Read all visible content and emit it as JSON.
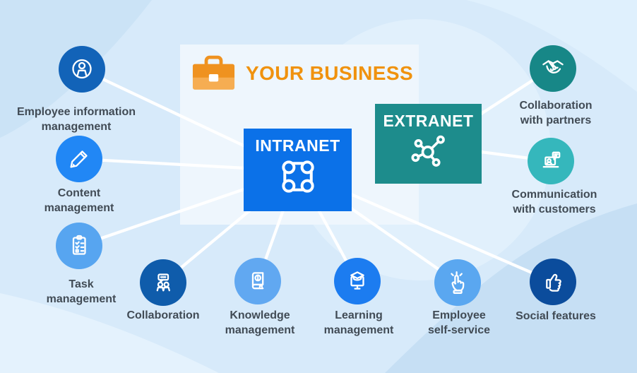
{
  "header": {
    "label": "YOUR BUSINESS",
    "icon": "briefcase-icon",
    "color": "#f0920e"
  },
  "hubs": {
    "intranet": {
      "label": "INTRANET",
      "icon": "intranet-hub-icon",
      "color": "#0b71e8"
    },
    "extranet": {
      "label": "EXTRANET",
      "icon": "extranet-network-icon",
      "color": "#1d8c8c"
    }
  },
  "features": [
    {
      "name": "employee-information-management",
      "lines": [
        "Employee information",
        "management"
      ],
      "icon": "user-icon",
      "color": "#1263b8",
      "connects_to": "intranet"
    },
    {
      "name": "content-management",
      "lines": [
        "Content",
        "management"
      ],
      "icon": "pencil-icon",
      "color": "#2187f5",
      "connects_to": "intranet"
    },
    {
      "name": "task-management",
      "lines": [
        "Task",
        "management"
      ],
      "icon": "checklist-clipboard-icon",
      "color": "#57a5f0",
      "connects_to": "intranet"
    },
    {
      "name": "collaboration",
      "lines": [
        "Collaboration"
      ],
      "icon": "chat-people-icon",
      "color": "#0f5cab",
      "connects_to": "intranet"
    },
    {
      "name": "knowledge-management",
      "lines": [
        "Knowledge",
        "management"
      ],
      "icon": "book-info-icon",
      "color": "#61a8f1",
      "connects_to": "intranet"
    },
    {
      "name": "learning-management",
      "lines": [
        "Learning",
        "management"
      ],
      "icon": "monitor-graduation-icon",
      "color": "#1c7cf0",
      "connects_to": "intranet"
    },
    {
      "name": "employee-self-service",
      "lines": [
        "Employee",
        "self-service"
      ],
      "icon": "hand-click-icon",
      "color": "#5aa7f0",
      "connects_to": "intranet"
    },
    {
      "name": "social-features",
      "lines": [
        "Social features"
      ],
      "icon": "thumbs-up-icon",
      "color": "#0b4c9c",
      "connects_to": "intranet"
    },
    {
      "name": "collaboration-with-partners",
      "lines": [
        "Collaboration",
        "with partners"
      ],
      "icon": "handshake-icon",
      "color": "#178787",
      "connects_to": "extranet"
    },
    {
      "name": "communication-with-customers",
      "lines": [
        "Communication",
        "with customers"
      ],
      "icon": "laptop-chat-icon",
      "color": "#35b7bc",
      "connects_to": "extranet"
    }
  ],
  "style": {
    "background_color": "#d7eafa",
    "panel_color": "#eef6fd",
    "connector_color": "#ffffff",
    "label_text_color": "#414b55"
  }
}
